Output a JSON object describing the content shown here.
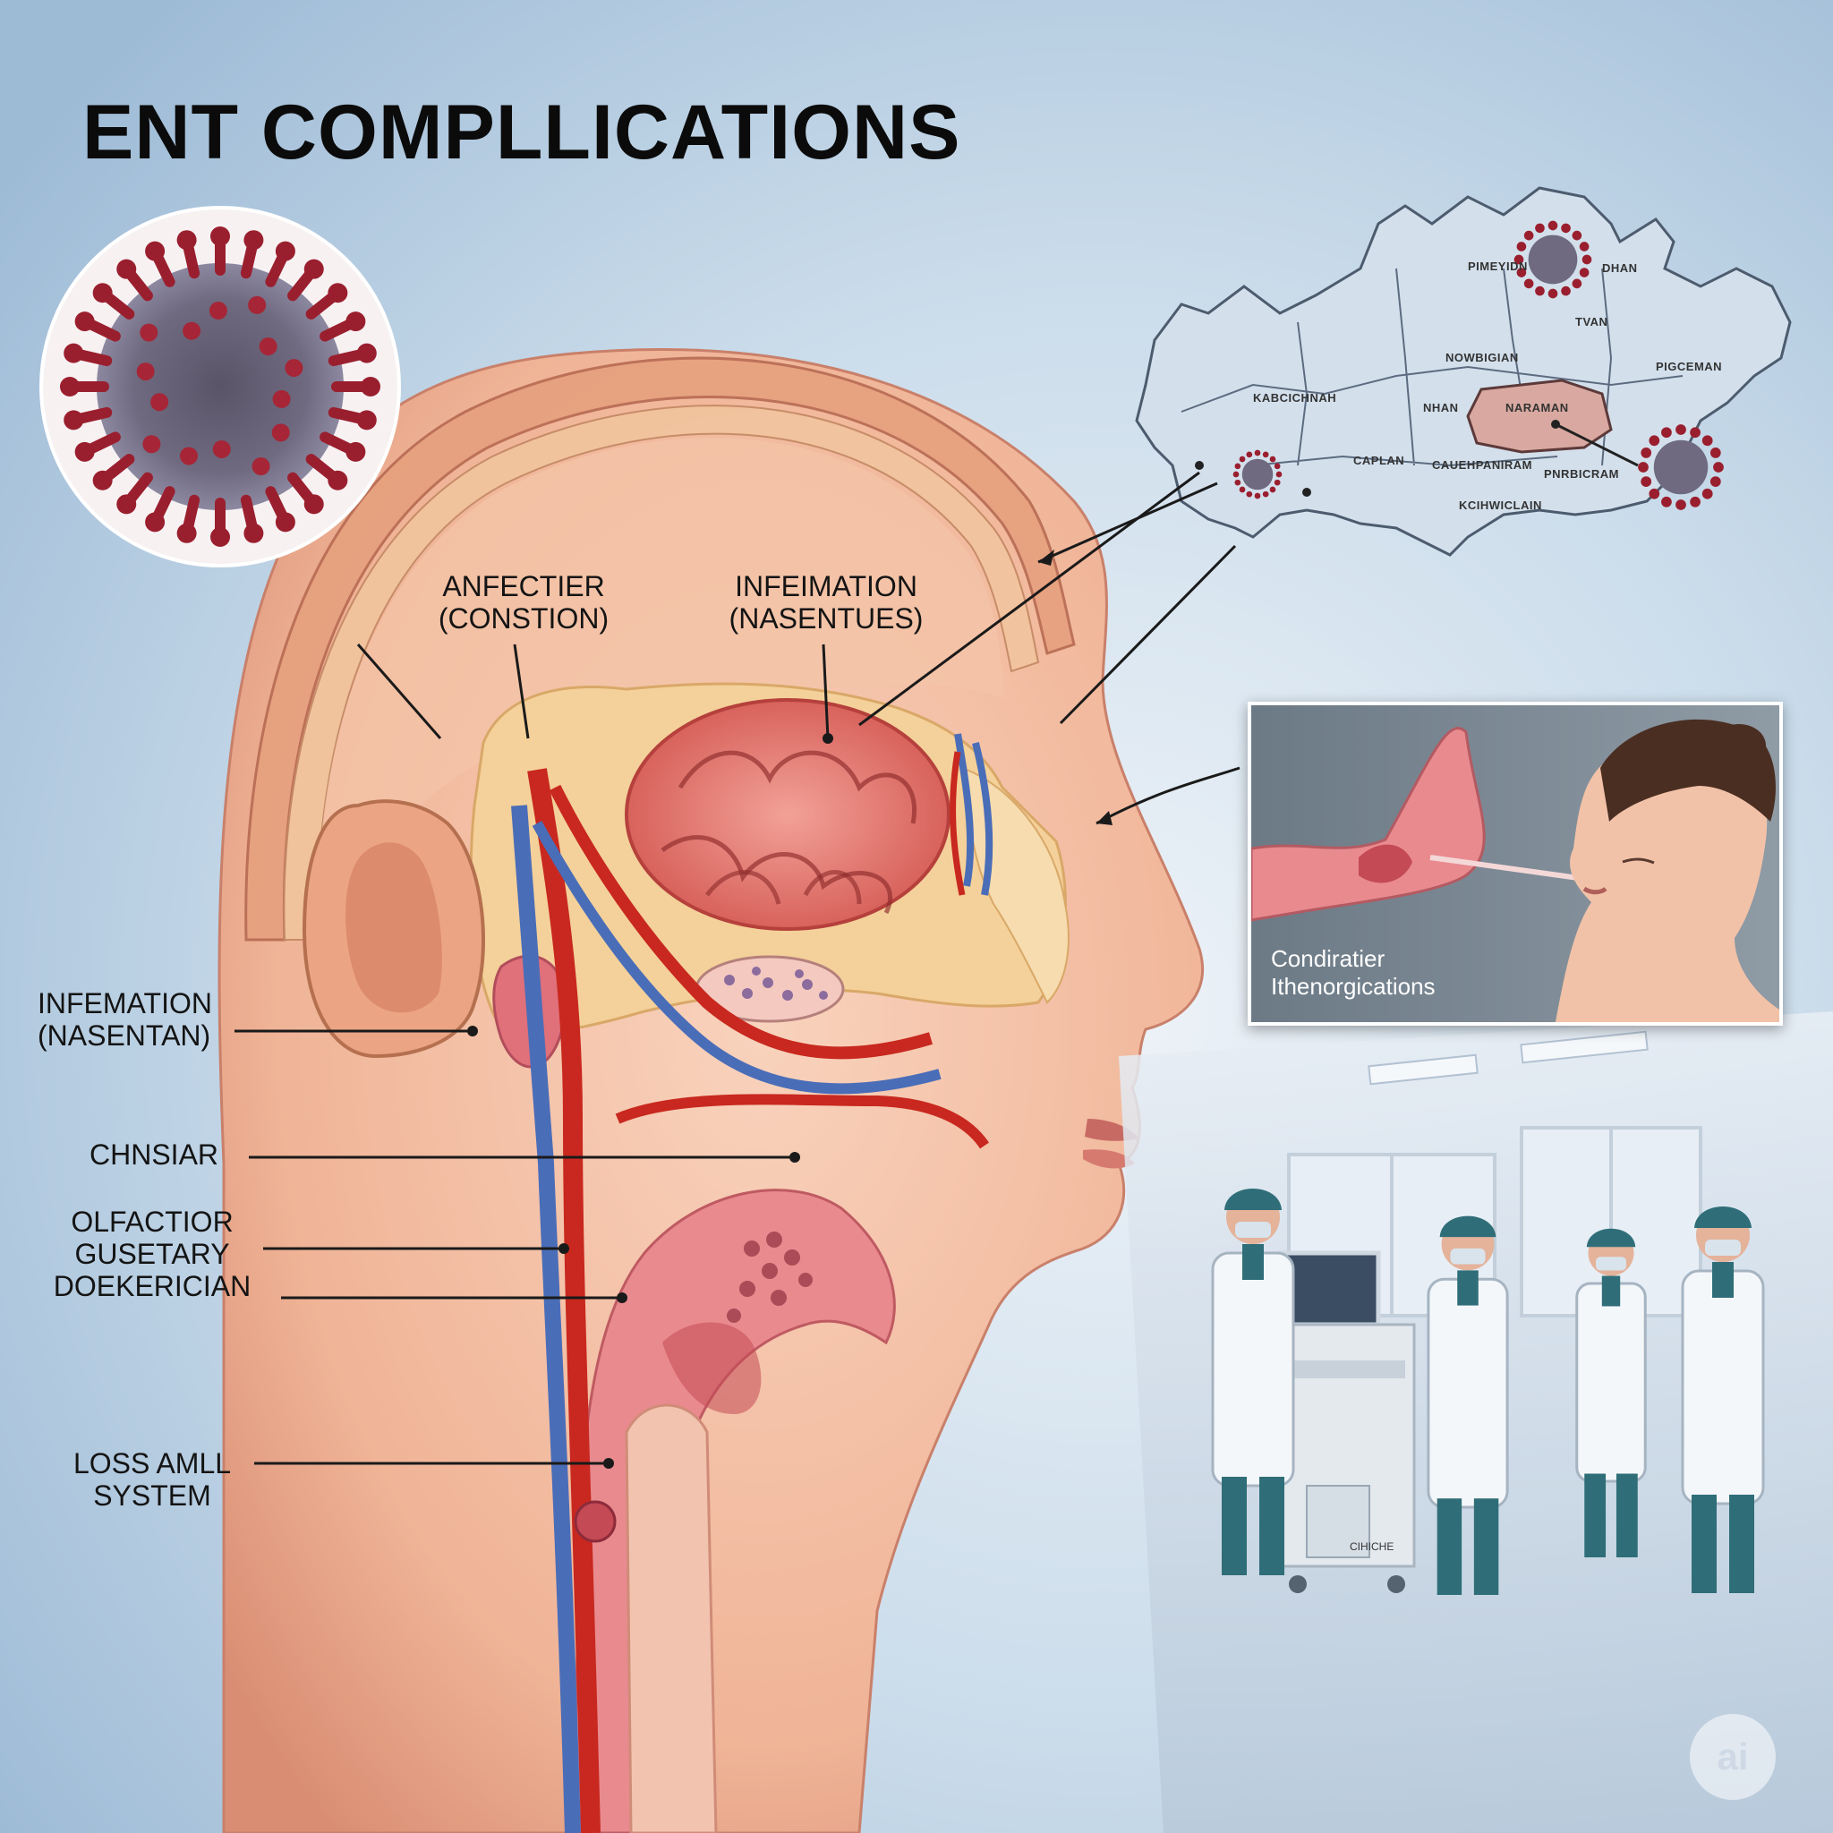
{
  "title": "ENT COMPLLICATIONS",
  "labels": {
    "upper_left": [
      "ANFECTIER",
      "(CONSTION)"
    ],
    "upper_right": [
      "INFEIMATION",
      "(NASENTUES)"
    ],
    "ear": [
      "INFEMATION",
      "(NASENTAN)"
    ],
    "chnsiar": "CHNSIAR",
    "olfactor": [
      "OLFACTIOR",
      "GUSETARY",
      "DOEKERICIAN"
    ],
    "loss": [
      "LOSS AMLL",
      "SYSTEM"
    ]
  },
  "map": {
    "regions": [
      "NOWBIGIAN",
      "KABCICHNAH",
      "NARAMAN",
      "NHAN",
      "PIGCEMAN",
      "PIMEYIDN",
      "PNRBICRAM",
      "CAUEHPANIRAM",
      "CAPLAN",
      "KCIHWICLAIN",
      "TVAN",
      "DHAN"
    ]
  },
  "inset": {
    "caption": [
      "Condiratier",
      "Ithenorgications"
    ]
  },
  "lab": {
    "cart_text": "CIHICHE"
  },
  "badge": "ai",
  "colors": {
    "bg_top": "#a8c4dd",
    "bg_mid": "#dfe9f2",
    "skin": "#f0b89c",
    "bone": "#f4d19a",
    "artery": "#c8281f",
    "vein": "#4a6db8",
    "virus": "#9a1f2e"
  }
}
